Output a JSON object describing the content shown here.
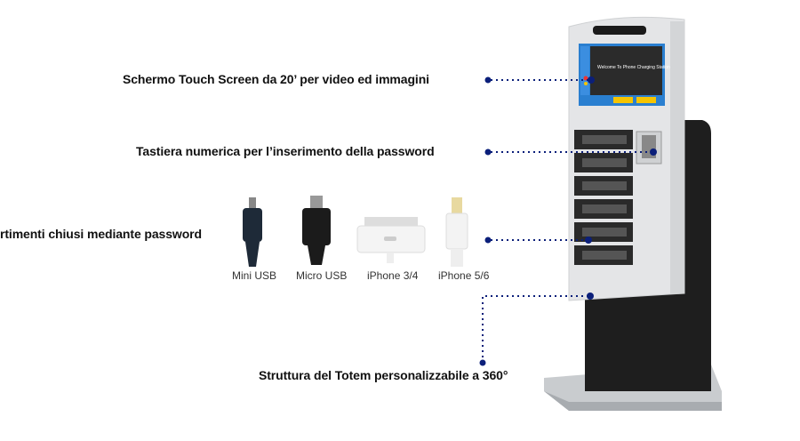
{
  "callouts": {
    "screen": "Schermo Touch Screen da 20’ per video ed immagini",
    "keypad": "Tastiera numerica per l’inserimento della password",
    "lockers": "rtimenti chiusi mediante password",
    "structure": "Struttura del Totem personalizzabile a 360°"
  },
  "connectors": [
    "Mini USB",
    "Micro USB",
    "iPhone 3/4",
    "iPhone 5/6"
  ],
  "screen_text": "Welcome To Phone Charging Station",
  "colors": {
    "accent": "#0b1f7a",
    "screen_frame": "#2a7fd0",
    "kiosk_body": "#e6e7e9",
    "kiosk_back": "#1c1c1c"
  }
}
